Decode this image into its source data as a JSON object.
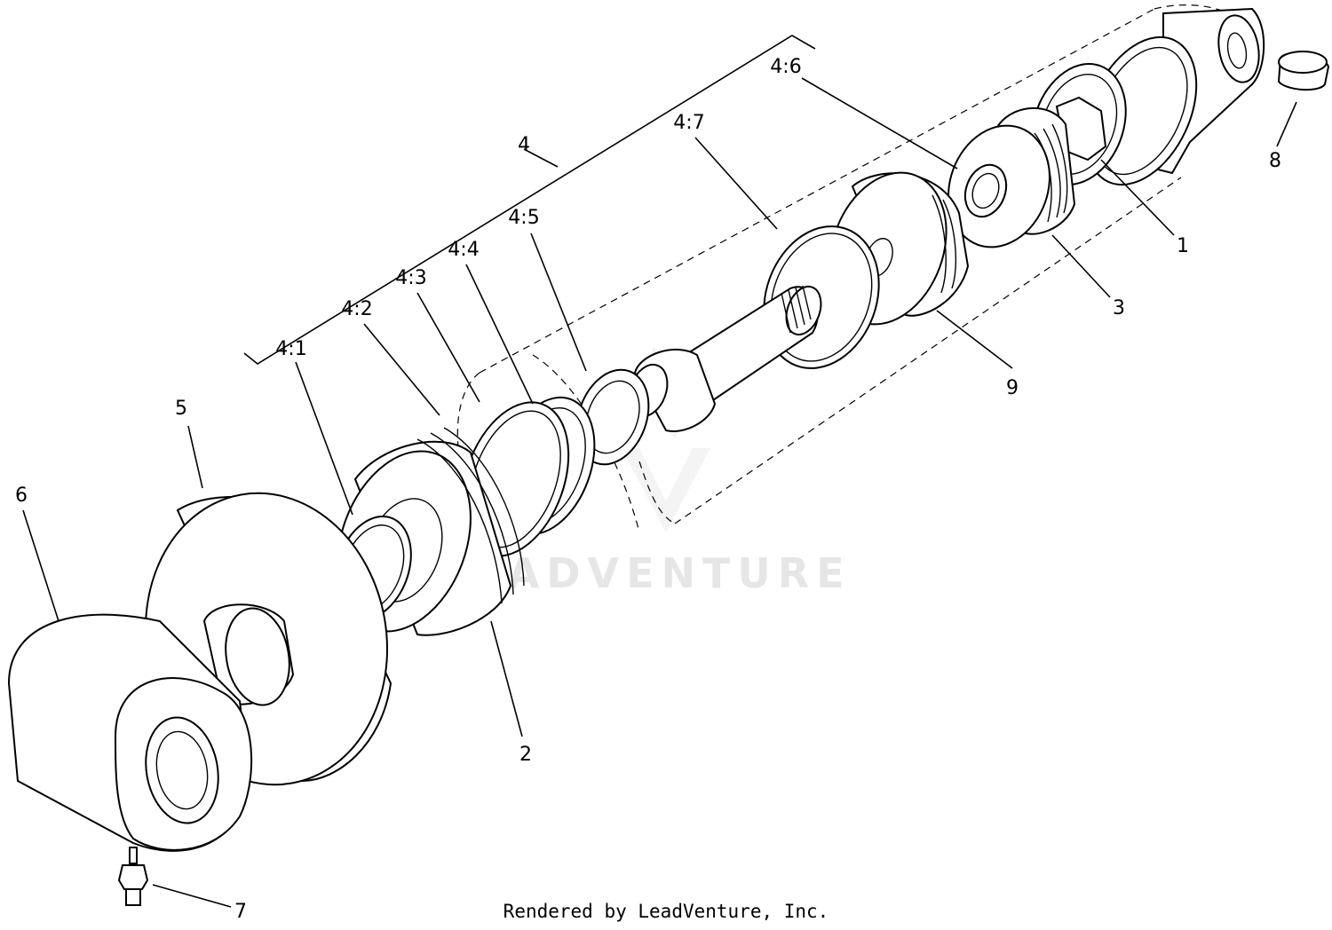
{
  "callouts": {
    "c4": "4",
    "c4_1": "4:1",
    "c4_2": "4:2",
    "c4_3": "4:3",
    "c4_4": "4:4",
    "c4_5": "4:5",
    "c4_6": "4:6",
    "c4_7": "4:7",
    "c1": "1",
    "c2": "2",
    "c3": "3",
    "c5": "5",
    "c6": "6",
    "c7": "7",
    "c8": "8",
    "c9": "9"
  },
  "watermark": "LEADVENTURE",
  "credit": "Rendered by LeadVenture, Inc.",
  "colors": {
    "line": "#000000",
    "watermark": "#e6e6e6",
    "background": "#ffffff"
  }
}
